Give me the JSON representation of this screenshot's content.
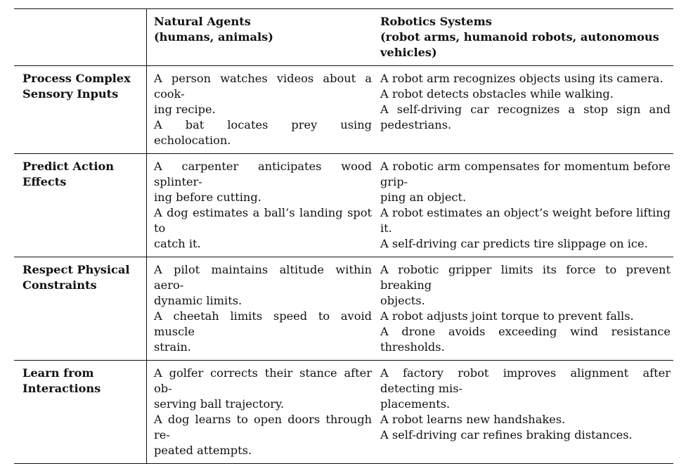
{
  "header": {
    "col1": "",
    "col2": {
      "line1": "Natural Agents",
      "line2": "(humans, animals)"
    },
    "col3": {
      "line1": "Robotics Systems",
      "line2": "(robot arms, humanoid robots, autonomous vehicles)"
    }
  },
  "rows": [
    {
      "label": [
        "Process Complex",
        "Sensory Inputs"
      ],
      "natural": [
        "A person watches videos about a cook-",
        "ing recipe.",
        "A bat locates prey using echolocation."
      ],
      "robotics": [
        "A robot arm recognizes objects using its camera.",
        "A robot detects obstacles while walking.",
        "A self-driving car recognizes a stop sign and pedestrians."
      ]
    },
    {
      "label": [
        "Predict Action",
        "Effects"
      ],
      "natural": [
        "A carpenter anticipates wood splinter-",
        "ing before cutting.",
        "A dog estimates a ball’s landing spot to",
        "catch it."
      ],
      "robotics": [
        "A robotic arm compensates for momentum before grip-",
        "ping an object.",
        "A robot estimates an object’s weight before lifting it.",
        "A self-driving car predicts tire slippage on ice."
      ]
    },
    {
      "label": [
        "Respect Physical",
        "Constraints"
      ],
      "natural": [
        "A pilot maintains altitude within aero-",
        "dynamic limits.",
        "A cheetah limits speed to avoid muscle",
        "strain."
      ],
      "robotics": [
        "A robotic gripper limits its force to prevent breaking",
        "objects.",
        "A robot adjusts joint torque to prevent falls.",
        "A drone avoids exceeding wind resistance thresholds."
      ]
    },
    {
      "label": [
        "Learn from",
        "Interactions"
      ],
      "natural": [
        "A golfer corrects their stance after ob-",
        "serving ball trajectory.",
        "A dog learns to open doors through re-",
        "peated attempts."
      ],
      "robotics": [
        "A factory robot improves alignment after detecting mis-",
        "placements.",
        "A robot learns new handshakes.",
        "A self-driving car refines braking distances."
      ]
    }
  ]
}
